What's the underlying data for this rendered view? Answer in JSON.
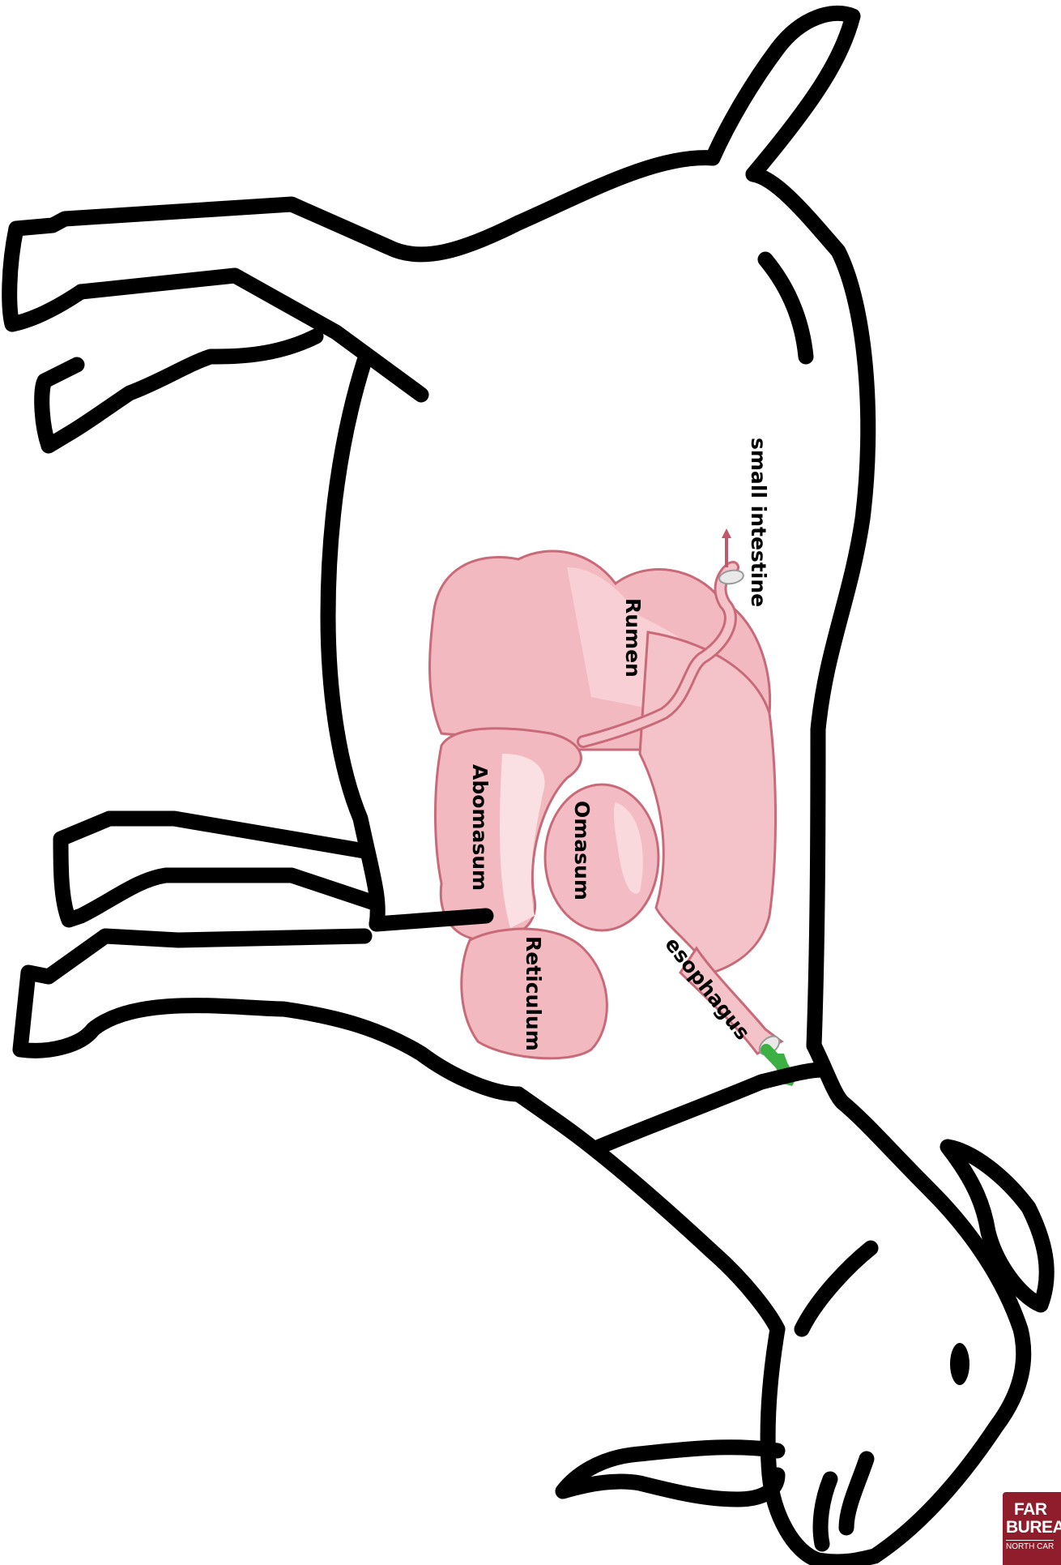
{
  "labels": {
    "small_intestine": "small intestine",
    "rumen": "Rumen",
    "abomasum": "Abomasum",
    "omasum": "Omasum",
    "reticulum": "Reticulum",
    "esophagus": "esophagus"
  },
  "logo": {
    "line1": "FAR",
    "line2": "BUREA",
    "line3": "NORTH CAR"
  },
  "colors": {
    "outline": "#000000",
    "organ_fill": "#f2b9c0",
    "organ_highlight": "#fbe0e3",
    "arrow": "#3cb043",
    "logo": "#8f1d2c"
  }
}
